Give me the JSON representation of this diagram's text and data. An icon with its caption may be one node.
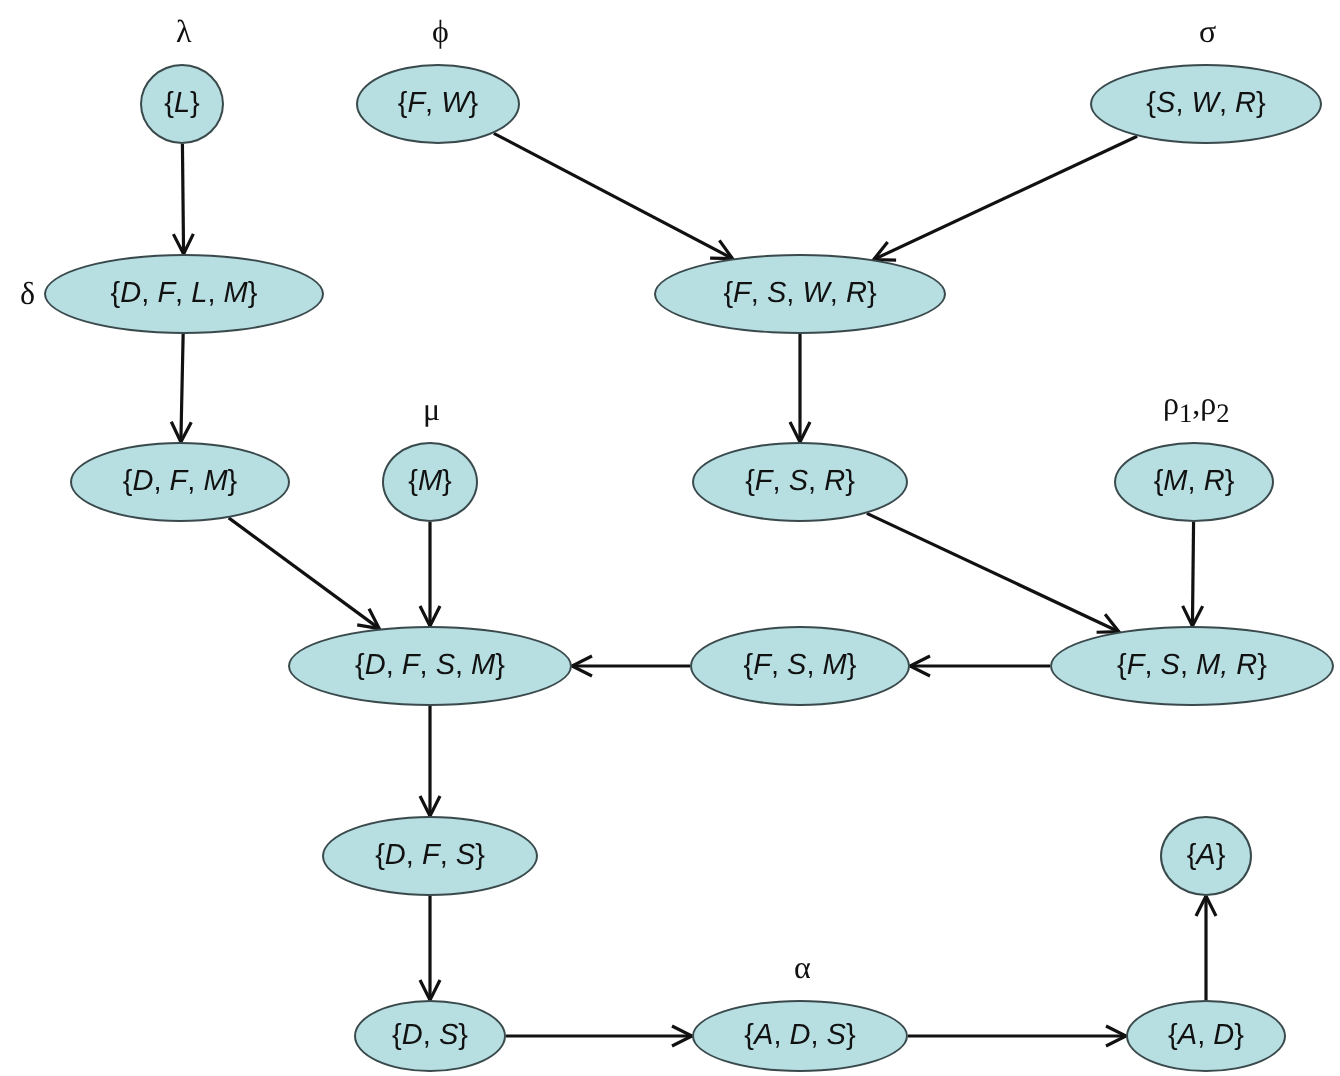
{
  "diagram": {
    "nodes": [
      {
        "text": [
          "{*L*}"
        ],
        "beside": [
          "λ"
        ]
      },
      {
        "text": [
          "{*F*, *W*}"
        ],
        "beside": [
          "ϕ"
        ]
      },
      {
        "text": [
          "{*S*, *W*, *R*}"
        ],
        "beside": [
          "σ"
        ]
      },
      {
        "text": [
          "{*D*, *F*, *L*, *M*}"
        ],
        "beside": [
          "δ"
        ]
      },
      {
        "text": [
          "{*F*, *S*, *W*, *R*}"
        ]
      },
      {
        "text": [
          "{*D*, *F*, *M*}"
        ]
      },
      {
        "text": [
          "{*M*}"
        ],
        "beside": [
          "μ"
        ]
      },
      {
        "text": [
          "{*F*, *S*, *R*}"
        ]
      },
      {
        "text": [
          "{*M*, *R*}"
        ],
        "beside": [
          "ρ$_{1}$,ρ$_{2}$"
        ]
      },
      {
        "text": [
          "{*D*, *F*, *S*, *M*}"
        ]
      },
      {
        "text": [
          "{*F*, *S*, *M*}"
        ]
      },
      {
        "text": [
          "{*F*, *S*, *M, R*}"
        ]
      },
      {
        "text": [
          "{*D*, *F*, *S*}"
        ]
      },
      {
        "text": [
          "{*A*}"
        ]
      },
      {
        "text": [
          "{*D*, *S*}"
        ]
      },
      {
        "text": [
          "{*A*, *D*, *S*}"
        ],
        "beside": [
          "α"
        ]
      },
      {
        "text": [
          "{*A*, *D*}"
        ]
      }
    ],
    "edges": [
      {
        "from": 0,
        "to": 3,
        "arrow": "to"
      },
      {
        "from": 3,
        "to": 5,
        "arrow": "to"
      },
      {
        "from": 1,
        "to": 4,
        "arrow": "to"
      },
      {
        "from": 2,
        "to": 4,
        "arrow": "to"
      },
      {
        "from": 4,
        "to": 7,
        "arrow": "to"
      },
      {
        "from": 5,
        "to": 9,
        "arrow": "to"
      },
      {
        "from": 6,
        "to": 9,
        "arrow": "to"
      },
      {
        "from": 7,
        "to": 11,
        "arrow": "to"
      },
      {
        "from": 8,
        "to": 11,
        "arrow": "to"
      },
      {
        "from": 11,
        "to": 10,
        "arrow": "to"
      },
      {
        "from": 10,
        "to": 9,
        "arrow": "to"
      },
      {
        "from": 9,
        "to": 12,
        "arrow": "to"
      },
      {
        "from": 12,
        "to": 14,
        "arrow": "to"
      },
      {
        "from": 14,
        "to": 15,
        "arrow": "to"
      },
      {
        "from": 15,
        "to": 16,
        "arrow": "to"
      },
      {
        "from": 16,
        "to": 13,
        "arrow": "to"
      }
    ]
  }
}
